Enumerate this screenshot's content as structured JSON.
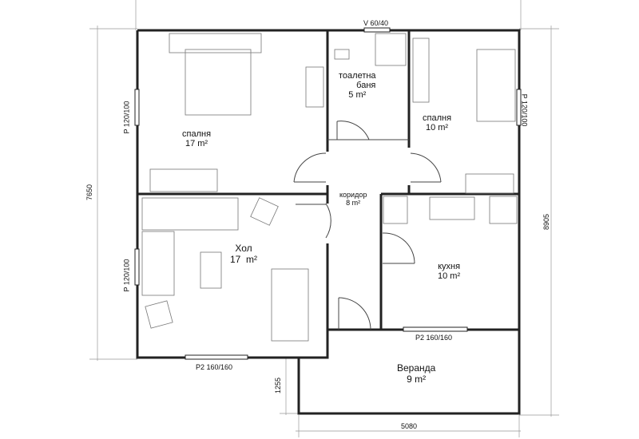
{
  "rooms": {
    "bedroom_large": {
      "name": "спалня",
      "area": "17 m²"
    },
    "bathroom": {
      "name_line1": "тоалетна",
      "name_line2": "баня",
      "area": "5 m²"
    },
    "bedroom_small": {
      "name": "спалня",
      "area": "10 m²"
    },
    "corridor": {
      "name": "коридор",
      "area": "8 m²"
    },
    "living": {
      "name": "Хол",
      "area": "17  m²"
    },
    "kitchen": {
      "name": "кухня",
      "area": "10 m²"
    },
    "veranda": {
      "name": "Веранда",
      "area": "9 m²"
    }
  },
  "openings": {
    "bath_window": "V 60/40",
    "left_window_top": "P 120/100",
    "left_window_bottom": "P 120/100",
    "right_window": "P 120/100",
    "living_door": "P2 160/160",
    "kitchen_door": "P2 160/160"
  },
  "dimensions": {
    "total_height": "7650",
    "right_height": "8905",
    "veranda_depth": "1255",
    "veranda_width": "5080"
  }
}
